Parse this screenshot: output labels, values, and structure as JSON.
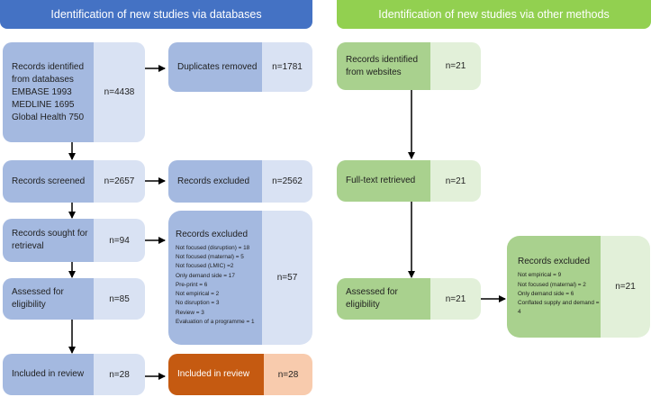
{
  "headers": {
    "databases": "Identification of new studies via databases",
    "other": "Identification of new studies via other methods"
  },
  "db": {
    "identified": {
      "label": "Records identified from databases",
      "lines": [
        "EMBASE 1993",
        "MEDLINE 1695",
        "Global Health 750"
      ],
      "n": "n=4438"
    },
    "duplicates": {
      "label": "Duplicates removed",
      "n": "n=1781"
    },
    "screened": {
      "label": "Records screened",
      "n": "n=2657"
    },
    "excluded1": {
      "label": "Records excluded",
      "n": "n=2562"
    },
    "sought": {
      "label": "Records sought for retrieval",
      "n": "n=94"
    },
    "excluded2": {
      "label": "Records excluded",
      "n": "n=57",
      "reasons": [
        "Not focused (disruption) = 18",
        "Not focused (maternal) = 5",
        "Not focused (LMIC) =2",
        "Only demand side = 17",
        "Pre-print = 6",
        "Not empirical = 2",
        "No disruption = 3",
        "Review = 3",
        "Evaluation of a programme = 1"
      ]
    },
    "assessed": {
      "label": "Assessed for eligibility",
      "n": "n=85"
    },
    "included": {
      "label": "Included in review",
      "n": "n=28"
    },
    "included_total": {
      "label": "Included in review",
      "n": "n=28"
    }
  },
  "other": {
    "websites": {
      "label": "Records identified from websites",
      "n": "n=21"
    },
    "fulltext": {
      "label": "Full-text retrieved",
      "n": "n=21"
    },
    "assessed": {
      "label": "Assessed for eligibility",
      "n": "n=21"
    },
    "excluded": {
      "label": "Records excluded",
      "n": "n=21",
      "reasons": [
        "Not empirical = 9",
        "Not focused (maternal) = 2",
        "Only demand side = 6",
        "Conflated supply and demand = 4"
      ]
    }
  },
  "colors": {
    "db_header": "#4472c4",
    "other_header": "#92d050",
    "db_box": "#a4b9e0",
    "db_num": "#d9e2f3",
    "other_box": "#a9d18e",
    "other_num": "#e2f0d9",
    "final_box": "#c55a11",
    "final_num": "#f8cbad"
  }
}
